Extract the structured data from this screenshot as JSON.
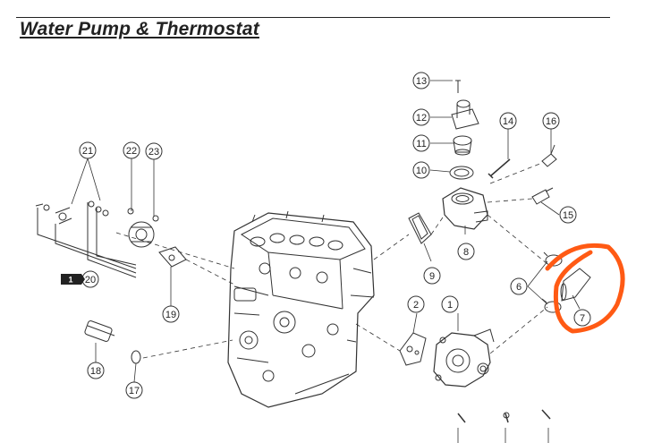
{
  "header": {
    "title": "Water Pump & Thermostat"
  },
  "callouts": [
    {
      "id": "c1",
      "label": "1"
    },
    {
      "id": "c2",
      "label": "2"
    },
    {
      "id": "c6",
      "label": "6"
    },
    {
      "id": "c7",
      "label": "7"
    },
    {
      "id": "c8",
      "label": "8"
    },
    {
      "id": "c9",
      "label": "9"
    },
    {
      "id": "c10",
      "label": "10"
    },
    {
      "id": "c11",
      "label": "11"
    },
    {
      "id": "c12",
      "label": "12"
    },
    {
      "id": "c13",
      "label": "13"
    },
    {
      "id": "c14",
      "label": "14"
    },
    {
      "id": "c15",
      "label": "15"
    },
    {
      "id": "c16",
      "label": "16"
    },
    {
      "id": "c17",
      "label": "17"
    },
    {
      "id": "c18",
      "label": "18"
    },
    {
      "id": "c19",
      "label": "19"
    },
    {
      "id": "c20",
      "label": "20"
    },
    {
      "id": "c21",
      "label": "21"
    },
    {
      "id": "c22",
      "label": "22"
    },
    {
      "id": "c23",
      "label": "23"
    }
  ],
  "ref_badge": {
    "label": "1"
  },
  "colors": {
    "ink": "#333333",
    "highlight": "#ff5a14",
    "badge": "#222222"
  }
}
